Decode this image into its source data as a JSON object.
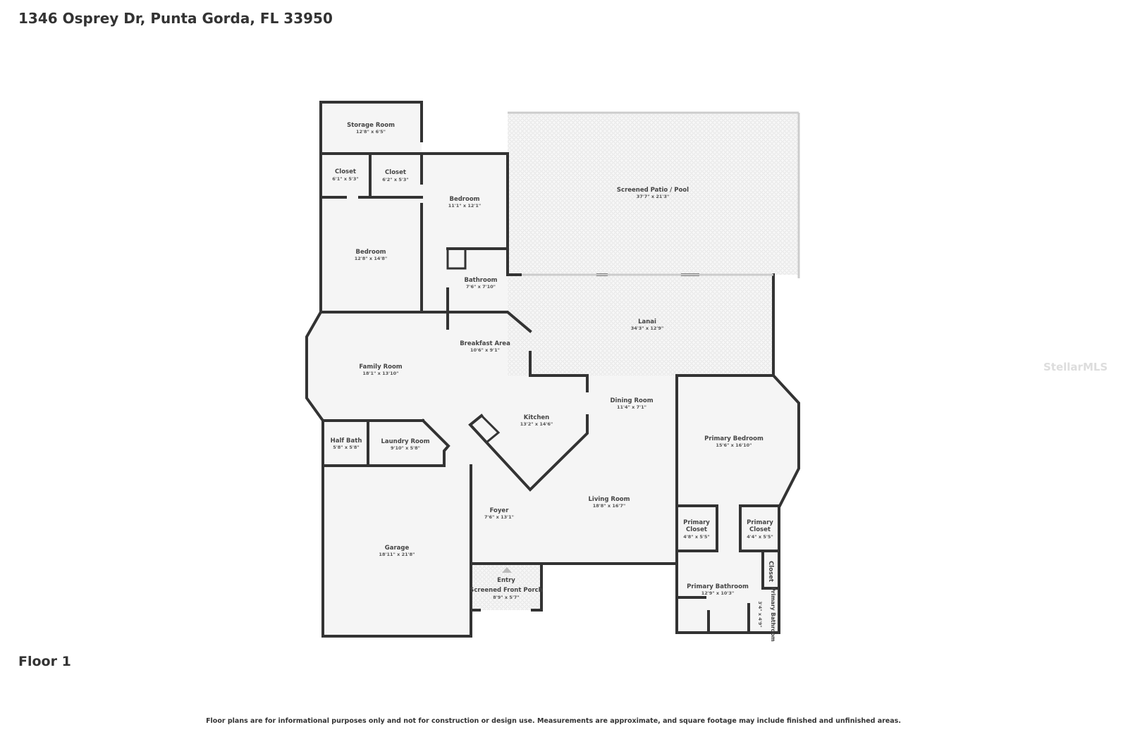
{
  "header": {
    "title": "1346 Osprey Dr, Punta Gorda, FL 33950"
  },
  "floor_label": "Floor 1",
  "watermark": "StellarMLS",
  "disclaimer": "Floor plans are for informational purposes only and not for construction or design use. Measurements are approximate, and square footage may include finished and unfinished areas.",
  "colors": {
    "wall": "#333333",
    "floor": "#f5f5f5",
    "outdoor_pattern": "#e6e6e6"
  },
  "rooms": [
    {
      "name": "Storage Room",
      "dims": "12'8\" x 6'5\""
    },
    {
      "name": "Closet",
      "dims": "6'1\" x 5'3\""
    },
    {
      "name": "Closet",
      "dims": "6'2\" x 5'3\""
    },
    {
      "name": "Bedroom",
      "dims": "11'1\" x 12'1\""
    },
    {
      "name": "Bedroom",
      "dims": "12'8\" x 14'8\""
    },
    {
      "name": "Bathroom",
      "dims": "7'6\" x 7'10\""
    },
    {
      "name": "Screened Patio / Pool",
      "dims": "37'7\" x 21'3\""
    },
    {
      "name": "Lanai",
      "dims": "34'3\" x 12'9\""
    },
    {
      "name": "Breakfast Area",
      "dims": "10'6\" x 9'1\""
    },
    {
      "name": "Family Room",
      "dims": "18'1\" x 13'10\""
    },
    {
      "name": "Kitchen",
      "dims": "13'2\" x 14'6\""
    },
    {
      "name": "Dining Room",
      "dims": "11'4\" x 7'1\""
    },
    {
      "name": "Primary Bedroom",
      "dims": "15'6\" x 16'10\""
    },
    {
      "name": "Half Bath",
      "dims": "5'8\" x 5'8\""
    },
    {
      "name": "Laundry Room",
      "dims": "9'10\" x 5'8\""
    },
    {
      "name": "Living Room",
      "dims": "18'8\" x 16'7\""
    },
    {
      "name": "Foyer",
      "dims": "7'6\" x 13'1\""
    },
    {
      "name": "Garage",
      "dims": "18'11\" x 21'8\""
    },
    {
      "name": "Primary Closet",
      "dims": "4'8\" x 5'5\""
    },
    {
      "name": "Primary Closet",
      "dims": "4'4\" x 5'5\""
    },
    {
      "name": "Primary Bathroom",
      "dims": "12'9\" x 10'3\""
    },
    {
      "name": "Closet",
      "dims": ""
    },
    {
      "name": "Primary Bathroom",
      "dims": "3'4\" x 4'9\""
    },
    {
      "name": "Screened Front Porch",
      "dims": "8'9\" x 5'7\"",
      "entry_label": "Entry"
    }
  ]
}
